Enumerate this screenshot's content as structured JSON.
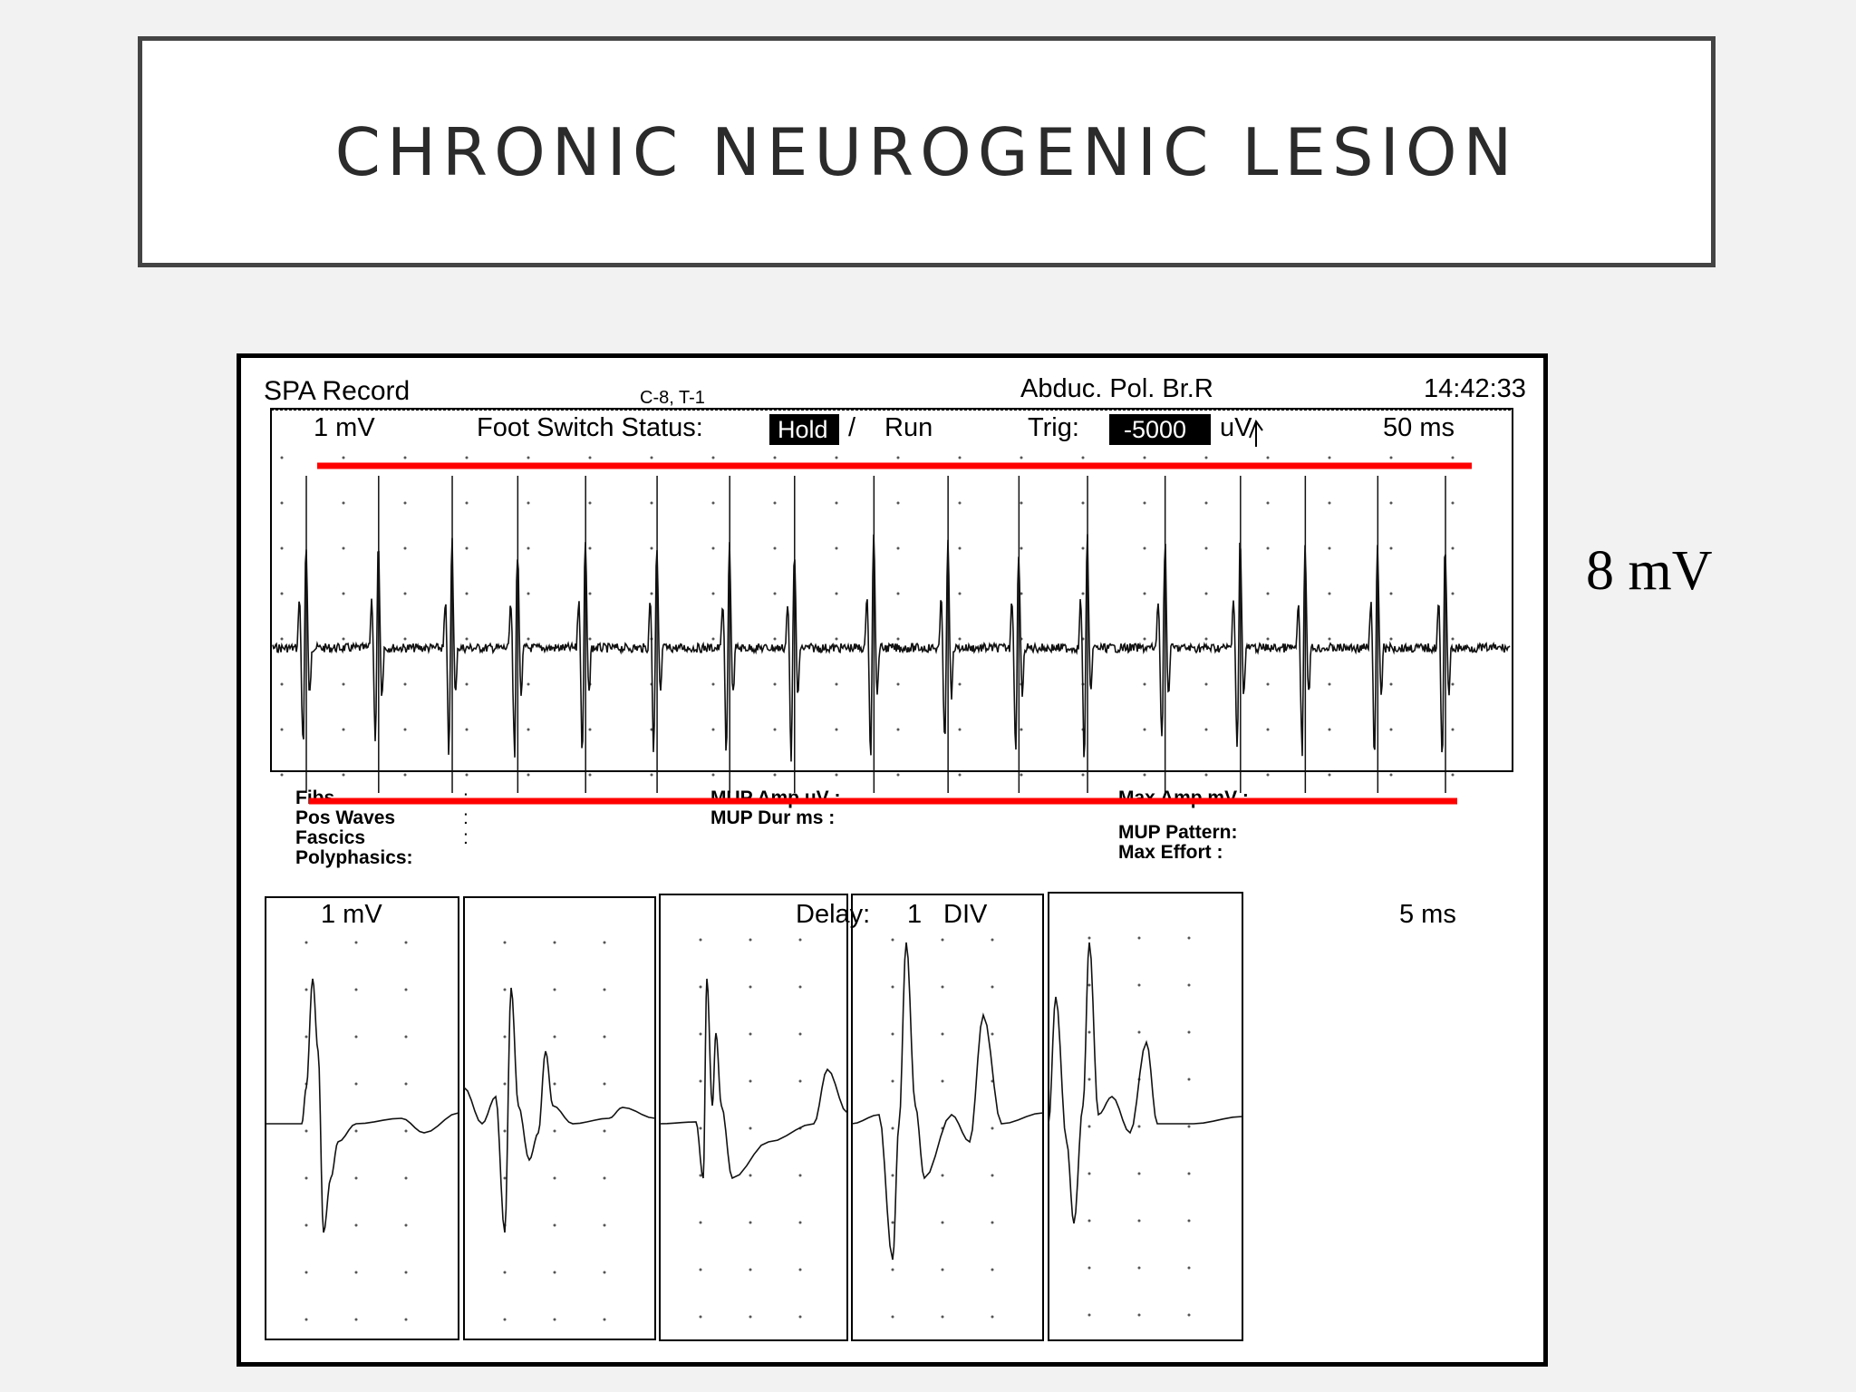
{
  "slide": {
    "title": "CHRONIC NEUROGENIC LESION",
    "side_label": "8 mV"
  },
  "emg": {
    "header": {
      "record": "SPA Record",
      "level": "C-8, T-1",
      "muscle": "Abduc. Pol. Br.R",
      "time": "14:42:33"
    },
    "settings": {
      "sensitivity": "1 mV",
      "foot_switch_label": "Foot Switch Status:",
      "hold": "Hold",
      "separator": "/",
      "run": "Run",
      "trig_label": "Trig:",
      "trig_value": "-5000",
      "trig_unit": "uV",
      "sweep": "50 ms"
    },
    "fields_left": [
      "Fibs",
      "Pos Waves",
      "Fascics",
      "Polyphasics:"
    ],
    "colons_left": [
      ":",
      ":",
      ":"
    ],
    "fields_mid": [
      "MUP Amp uV :",
      "MUP Dur ms :"
    ],
    "fields_right": [
      "Max Amp mV :",
      "MUP Pattern:",
      "Max Effort :"
    ],
    "bottom": {
      "sensitivity": "1 mV",
      "delay_label": "Delay:",
      "delay_value": "1",
      "delay_unit": "DIV",
      "sweep": "5 ms"
    },
    "marker_color": "#ff0000"
  }
}
